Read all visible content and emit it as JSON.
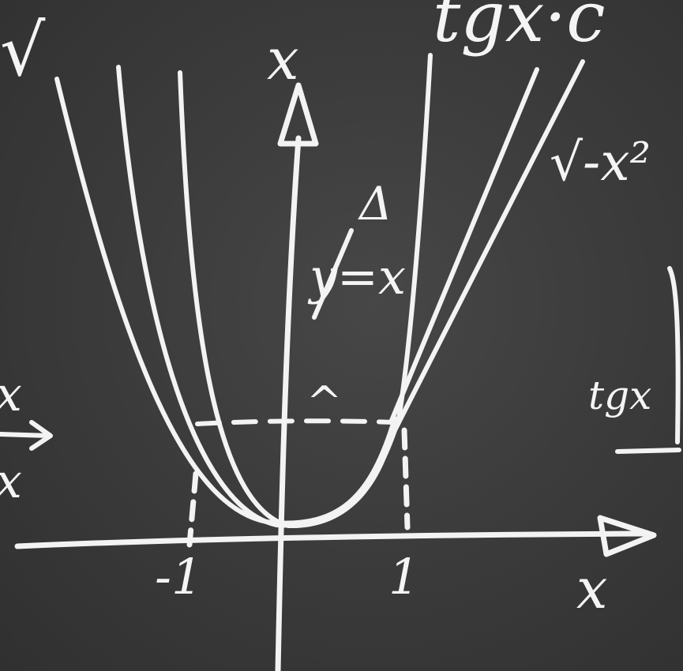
{
  "chalkboard": {
    "background_color": "#3a3a3a",
    "chalk_color": "#f3f3f3",
    "labels": {
      "top_left_fragment": "√",
      "top_right_text": "tgx·c",
      "y_axis_label": "x",
      "triangle_label": "Δ",
      "line_label": "y=x",
      "sqrt_label": "√-x²",
      "tgx_label": "tgx",
      "caret_mark": "^",
      "x_axis_label": "x",
      "tick_neg_one": "-1",
      "tick_one": "1",
      "left_edge_fragment": "x",
      "left_edge_fragment_2": "x"
    }
  }
}
